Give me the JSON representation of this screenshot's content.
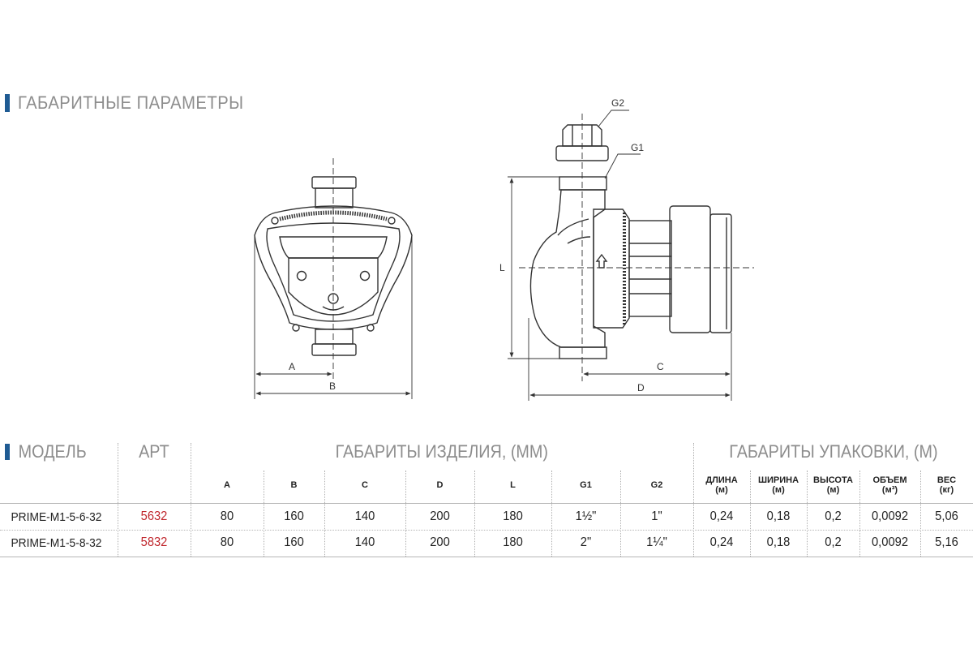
{
  "section": {
    "title": "ГАБАРИТНЫЕ ПАРАМЕТРЫ"
  },
  "drawing": {
    "labels": {
      "a": "A",
      "b": "B",
      "c": "C",
      "d": "D",
      "l": "L",
      "g1": "G1",
      "g2": "G2"
    }
  },
  "table": {
    "header": {
      "model": "МОДЕЛЬ",
      "art": "АРТ",
      "product_group": "ГАБАРИТЫ ИЗДЕЛИЯ, (ММ)",
      "package_group": "ГАБАРИТЫ УПАКОВКИ, (М)"
    },
    "columns": {
      "a": "A",
      "b": "B",
      "c": "C",
      "d": "D",
      "l": "L",
      "g1": "G1",
      "g2": "G2",
      "length": {
        "name": "ДЛИНА",
        "unit": "(м)"
      },
      "width": {
        "name": "ШИРИНА",
        "unit": "(м)"
      },
      "height": {
        "name": "ВЫСОТА",
        "unit": "(м)"
      },
      "volume": {
        "name": "ОБЪЕМ",
        "unit": "(м³)"
      },
      "weight": {
        "name": "ВЕС",
        "unit": "(кг)"
      }
    },
    "rows": [
      {
        "model": "PRIME-M1-5-6-32",
        "art": "5632",
        "a": "80",
        "b": "160",
        "c": "140",
        "d": "200",
        "l": "180",
        "g1": "1½\"",
        "g2": "1\"",
        "length": "0,24",
        "width": "0,18",
        "height": "0,2",
        "volume": "0,0092",
        "weight": "5,06"
      },
      {
        "model": "PRIME-M1-5-8-32",
        "art": "5832",
        "a": "80",
        "b": "160",
        "c": "140",
        "d": "200",
        "l": "180",
        "g1": "2\"",
        "g2": "1¼\"",
        "length": "0,24",
        "width": "0,18",
        "height": "0,2",
        "volume": "0,0092",
        "weight": "5,16"
      }
    ]
  },
  "colors": {
    "accent": "#1f5b93",
    "art_red": "#c0272d",
    "header_gray": "#8d8d8d"
  }
}
